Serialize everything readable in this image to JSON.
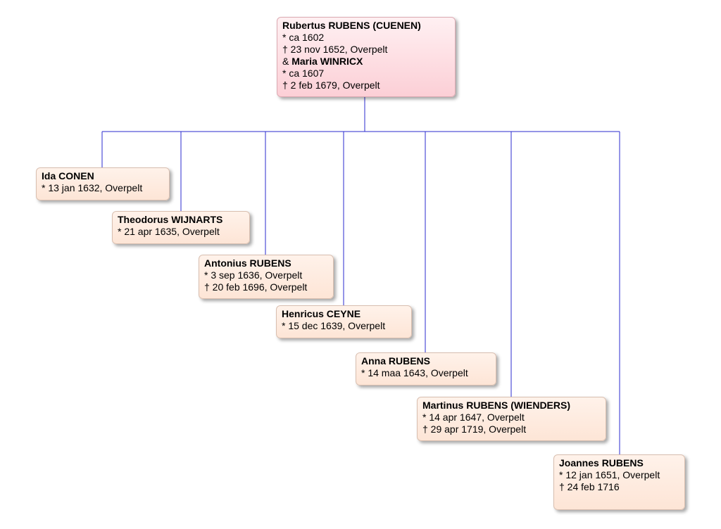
{
  "root": {
    "name": "Rubertus RUBENS (CUENEN)",
    "birth": "* ca 1602",
    "death": "† 23 nov 1652, Overpelt",
    "spouse_prefix": "& ",
    "spouse_name": "Maria WINRICX",
    "spouse_birth": "* ca 1607",
    "spouse_death": "† 2 feb 1679, Overpelt"
  },
  "children": [
    {
      "name": "Ida CONEN",
      "birth": "* 13 jan 1632, Overpelt",
      "death": ""
    },
    {
      "name": "Theodorus WIJNARTS",
      "birth": "* 21 apr 1635, Overpelt",
      "death": ""
    },
    {
      "name": "Antonius RUBENS",
      "birth": "* 3 sep 1636, Overpelt",
      "death": "† 20 feb 1696, Overpelt"
    },
    {
      "name": "Henricus CEYNE",
      "birth": "* 15 dec 1639, Overpelt",
      "death": ""
    },
    {
      "name": "Anna RUBENS",
      "birth": "* 14 maa 1643, Overpelt",
      "death": ""
    },
    {
      "name": "Martinus RUBENS (WIENDERS)",
      "birth": "* 14 apr 1647, Overpelt",
      "death": "† 29 apr 1719, Overpelt"
    },
    {
      "name": "Joannes RUBENS",
      "birth": "* 12 jan 1651, Overpelt",
      "death": "† 24 feb 1716"
    }
  ],
  "colors": {
    "connector": "#2b2bcf",
    "root_fill": "#fccfd6",
    "child_fill": "#fde5d6"
  }
}
